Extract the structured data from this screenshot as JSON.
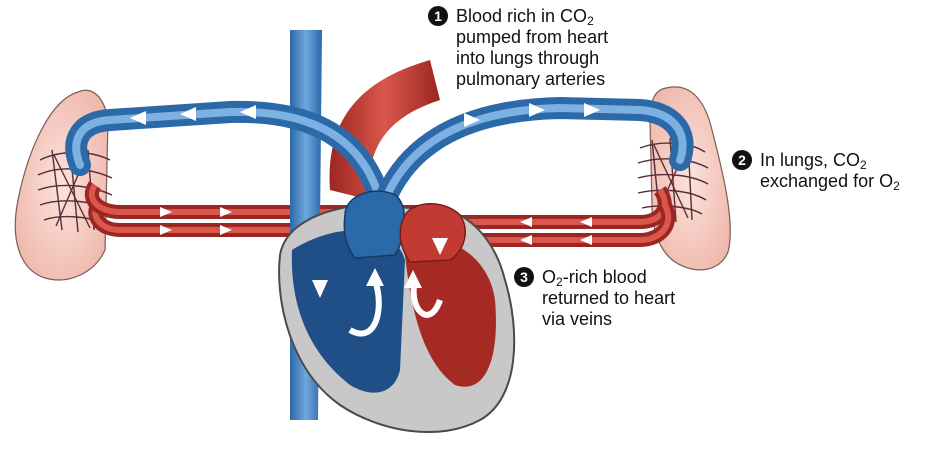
{
  "callouts": [
    {
      "number": "1",
      "lines": [
        [
          "Blood rich in CO",
          {
            "sub": "2"
          }
        ],
        [
          "pumped from heart"
        ],
        [
          "into lungs through"
        ],
        [
          "pulmonary arteries"
        ]
      ]
    },
    {
      "number": "2",
      "lines": [
        [
          "In lungs, CO",
          {
            "sub": "2"
          }
        ],
        [
          "exchanged for O",
          {
            "sub": "2"
          }
        ]
      ]
    },
    {
      "number": "3",
      "lines": [
        [
          "O",
          {
            "sub": "2"
          },
          "-rich blood"
        ],
        [
          "returned to heart"
        ],
        [
          "via veins"
        ]
      ]
    }
  ],
  "colors": {
    "deoxygenated": "#3d7fc1",
    "deoxygenated_dark": "#1f4f86",
    "oxygenated": "#c23b33",
    "oxygenated_dark": "#8c1f1c",
    "lung": "#f5c9c0",
    "heart_wall": "#c8c8c8"
  }
}
